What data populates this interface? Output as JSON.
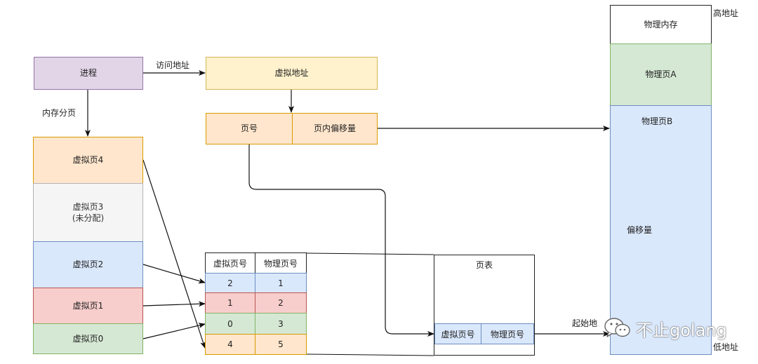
{
  "process": {
    "label": "进程",
    "access_label": "访问地址",
    "paging_label": "内存分页"
  },
  "virtual_address": {
    "label": "虚拟地址",
    "page_number": "页号",
    "page_offset": "页内偏移量"
  },
  "virtual_pages": [
    {
      "label": "虚拟页4"
    },
    {
      "label": "虚拟页3\n(未分配)"
    },
    {
      "label": "虚拟页2"
    },
    {
      "label": "虚拟页1"
    },
    {
      "label": "虚拟页0"
    }
  ],
  "mapping_table": {
    "headers": [
      "虚拟页号",
      "物理页号"
    ],
    "rows": [
      [
        "2",
        "1"
      ],
      [
        "1",
        "2"
      ],
      [
        "0",
        "3"
      ],
      [
        "4",
        "5"
      ]
    ]
  },
  "page_table": {
    "title": "页表",
    "virtual_col": "虚拟页号",
    "physical_col": "物理页号",
    "start_label": "起始地"
  },
  "physical_memory": {
    "title": "物理内存",
    "page_a": "物理页A",
    "page_b": "物理页B",
    "offset_label": "偏移量",
    "high_address": "高地址",
    "low_address": "低地址"
  },
  "watermark": {
    "text": "不止golang"
  },
  "colors": {
    "purple_fill": "#e1d5e7",
    "yellow_fill": "#fff2cc",
    "orange_fill": "#ffe6cc",
    "gray_fill": "#f5f5f5",
    "blue_fill": "#dae8fc",
    "red_fill": "#f8cecc",
    "green_fill": "#d5e8d4",
    "offset_bracket": "#e6a13c"
  }
}
